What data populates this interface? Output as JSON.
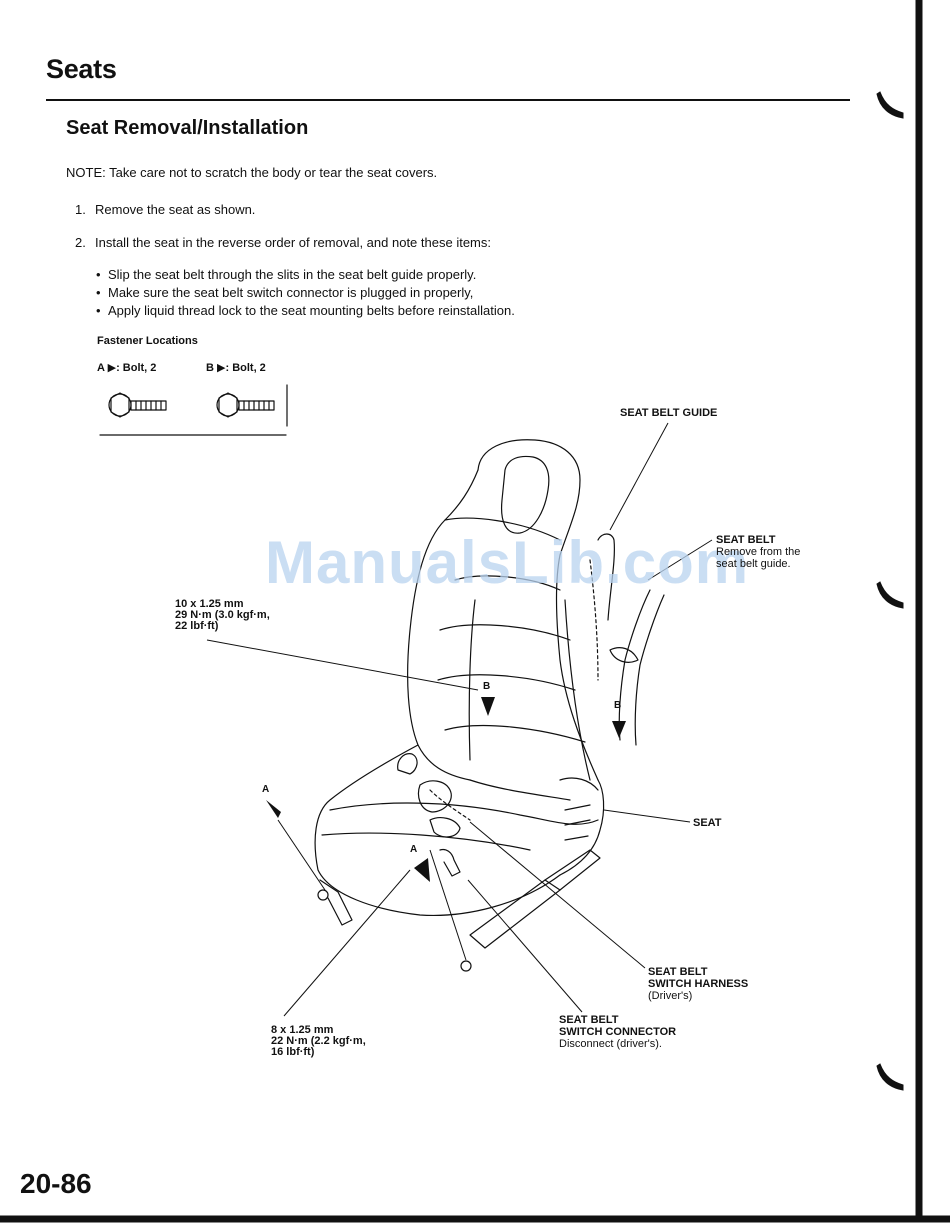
{
  "header": {
    "section_title": "Seats",
    "subsection_title": "Seat Removal/Installation"
  },
  "note": "NOTE: Take care not to scratch the body or tear the seat covers.",
  "steps": [
    {
      "num": "1.",
      "text": "Remove the seat as shown."
    },
    {
      "num": "2.",
      "text": "Install the seat in the reverse order of removal, and note these items:"
    }
  ],
  "bullets": [
    "Slip the seat belt through the slits in the seat belt guide properly.",
    "Make sure the seat belt switch connector is plugged in properly,",
    "Apply liquid thread lock to the seat mounting belts before reinstallation."
  ],
  "fasteners": {
    "title": "Fastener Locations",
    "a_label": "A",
    "a_text": ": Bolt, 2",
    "b_label": "B",
    "b_text": ": Bolt, 2"
  },
  "callouts": {
    "seat_belt_guide": "SEAT BELT GUIDE",
    "seat_belt": {
      "title": "SEAT BELT",
      "line1": "Remove from the",
      "line2": "seat belt guide."
    },
    "seat": "SEAT",
    "harness": {
      "line1": "SEAT BELT",
      "line2": "SWITCH HARNESS",
      "line3": "(Driver's)"
    },
    "connector": {
      "line1": "SEAT BELT",
      "line2": "SWITCH CONNECTOR",
      "line3": "Disconnect (driver's)."
    },
    "torque_b": {
      "line1": "10 x 1.25 mm",
      "line2": "29 N·m (3.0 kgf·m,",
      "line3": "22 lbf·ft)"
    },
    "torque_a": {
      "line1": "8 x 1.25 mm",
      "line2": "22 N·m (2.2 kgf·m,",
      "line3": "16 lbf·ft)"
    }
  },
  "diagram_labels": {
    "a1": "A",
    "a2": "A",
    "b1": "B",
    "b2": "B"
  },
  "watermark": "ManualsLib.com",
  "page_number": "20-86"
}
